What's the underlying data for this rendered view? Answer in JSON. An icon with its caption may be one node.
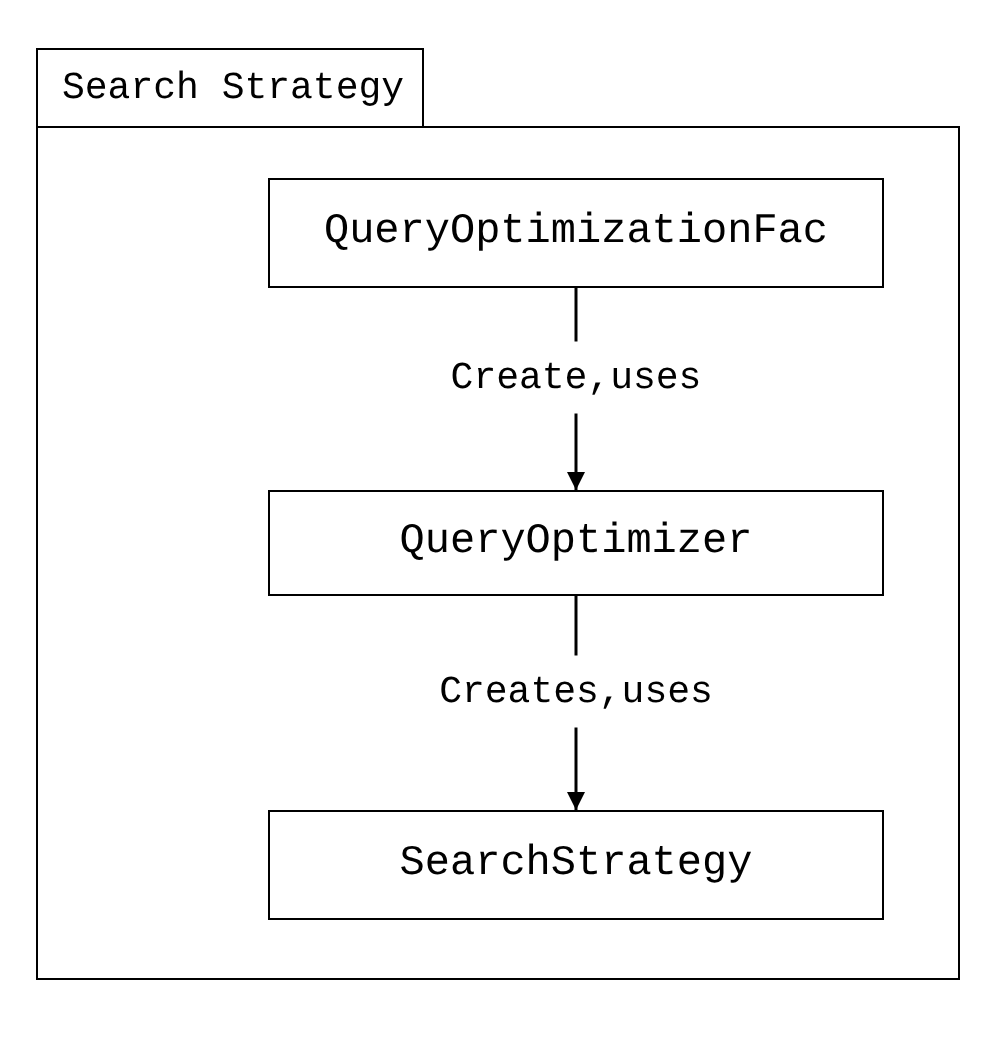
{
  "diagram": {
    "nodes": [
      {
        "text": [
          "Search Strategy"
        ]
      },
      {
        "text": [
          "QueryOptimizationFac"
        ],
        "in": 0
      },
      {
        "text": [
          "QueryOptimizer"
        ],
        "in": 0
      },
      {
        "text": [
          "SearchStrategy"
        ],
        "in": 0
      }
    ],
    "edges": [
      {
        "from": 1,
        "to": 2,
        "arrow": "to",
        "label": "Create,uses"
      },
      {
        "from": 2,
        "to": 3,
        "arrow": "to",
        "label": "Creates,uses"
      }
    ]
  }
}
